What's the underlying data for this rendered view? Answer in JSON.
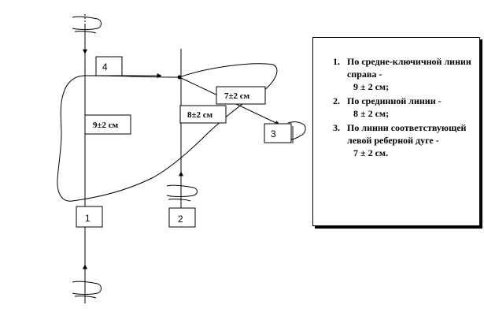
{
  "diagram": {
    "callouts": [
      {
        "id": "1",
        "text": "1"
      },
      {
        "id": "2",
        "text": "2"
      },
      {
        "id": "3",
        "text": "3"
      },
      {
        "id": "4",
        "text": "4"
      }
    ],
    "measurements": {
      "m1": "9±2 см",
      "m2": "8±2 см",
      "m3": "7±2 см"
    }
  },
  "legend": {
    "items": [
      {
        "text": "По средне-ключичной линии справа -",
        "value": "9 ± 2 см;"
      },
      {
        "text": "По срединной линии  -",
        "value": "8 ± 2 см;"
      },
      {
        "text": "По линии соответствующей левой реберной дуге  -",
        "value": "7 ± 2 см."
      }
    ]
  }
}
